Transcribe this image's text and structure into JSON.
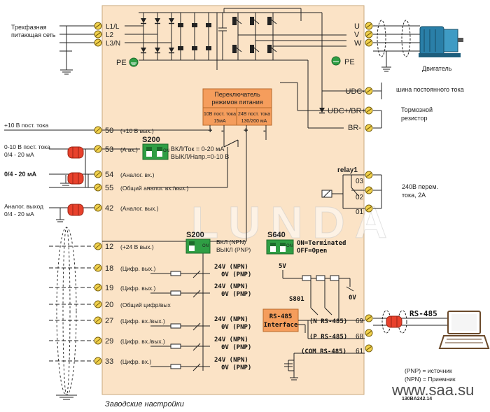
{
  "left_labels": {
    "supply": [
      "Трехфазная",
      "питающая сеть"
    ],
    "v10": "+10 В пост. тока",
    "ain1": [
      "0-10 В пост. тока",
      "0/4 - 20 мА"
    ],
    "ain2": "0/4 - 20 мА",
    "aout": [
      "Аналог. выход",
      "0/4 - 20 мА"
    ]
  },
  "mains_terminals": [
    "L1/L",
    "L2",
    "L3/N"
  ],
  "pe_label": "PE",
  "motor_terminals": [
    "U",
    "V",
    "W"
  ],
  "motor_pe": "PE",
  "motor_label": "Двигатель",
  "dc_terminals": [
    "UDC-",
    "UDC+/BR+",
    "BR-"
  ],
  "dc_bus_label": "шина постоянного тока",
  "brake_label": [
    "Тормозной",
    "резистор"
  ],
  "switch_box": {
    "title": [
      "Переключатель",
      "режимов питания"
    ],
    "left": [
      "10В пост. тока",
      "15мА"
    ],
    "right": [
      "24В пост. тока",
      "130/200 мА"
    ],
    "plus": "+",
    "minus": "-"
  },
  "terminals": [
    {
      "num": "50",
      "desc": "(+10 В вых.)"
    },
    {
      "num": "53",
      "desc": "(А вх.)"
    },
    {
      "num": "54",
      "desc": "(Аналог. вх.)"
    },
    {
      "num": "55",
      "desc": "(Общий аналог. вх./вых.)"
    },
    {
      "num": "42",
      "desc": "(Аналог. вых.)"
    },
    {
      "num": "12",
      "desc": "(+24 В вых.)"
    },
    {
      "num": "18",
      "desc": "(Цифр. вых.)"
    },
    {
      "num": "19",
      "desc": "(Цифр. вых.)"
    },
    {
      "num": "20",
      "desc": "(Общий цифр/вых"
    },
    {
      "num": "27",
      "desc": "(Цифр. вх./вых.)"
    },
    {
      "num": "29",
      "desc": "(Цифр. вх./вых.)"
    },
    {
      "num": "33",
      "desc": "(Цифр. вх.)"
    }
  ],
  "s200a": {
    "name": "S200",
    "on": "ON",
    "l1": "ВКЛ/Ток = 0-20 мА",
    "l2": "ВЫКЛ/Напр.=0-10 В"
  },
  "s200b": {
    "name": "S200",
    "on": "ON",
    "l1": "ВКЛ (NPN)",
    "l2": "ВЫКЛ (PNP)"
  },
  "s640": {
    "name": "S640",
    "on": "ON",
    "l1": "ON=Terminated",
    "l2": "OFF=Open"
  },
  "npn_24": "24V (NPN)",
  "pnp_0": "0V (PNP)",
  "relay": {
    "name": "relay1",
    "terms": [
      "03",
      "02",
      "01"
    ],
    "rating": [
      "240В перем.",
      "тока, 2A"
    ]
  },
  "v5": "5V",
  "v0": "0V",
  "s801": "S801",
  "rs485": {
    "box": [
      "RS-485",
      "Interface"
    ],
    "n": "(N RS-485)",
    "p": "(P RS-485)",
    "com": "(COM RS-485)",
    "tn": "69",
    "tp": "68",
    "tcom": "61",
    "ext": "RS-485"
  },
  "legend": [
    "(PNP) = источник",
    "(NPN) = Приемник"
  ],
  "caption": "Заводские настройки",
  "code": "130BA242.14",
  "watermark": "LUNDA",
  "site": "www.saa.su",
  "colors": {
    "panel": "#fbe3c6",
    "orange": "#f59d5c",
    "green": "#2f9e44",
    "red": "#e8412c",
    "wire": "#222222"
  }
}
